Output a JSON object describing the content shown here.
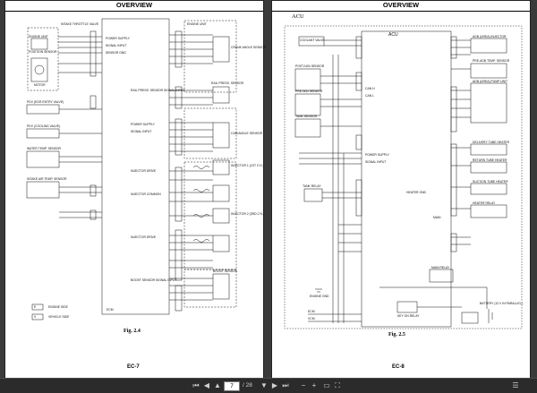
{
  "left_page": {
    "header": "OVERVIEW",
    "figure": "Fig. 2.4",
    "page_number": "EC-7",
    "labels": {
      "engine_unit_sub": "ENGINE UNIT",
      "intake_throttle": "INTAKE THROTTLE VALVE",
      "position_sensor": "POSITION SENSOR",
      "motor": "MOTOR",
      "pdv_egr": "PDV (EGR ENTRY VALVE)",
      "pdv_cooling": "PDV (COOLING VALVE)",
      "water_temp": "WATER TEMP. SENSOR",
      "intake_air_temp": "INTAKE AIR TEMP. SENSOR",
      "engine_unit_right": "ENGINE UNIT",
      "crank_sensor": "CRANK ANGLE SENSOR",
      "rail_press": "RAIL PRESS. SENSOR",
      "cam_sensor": "CAM ANGLE SENSOR",
      "inj1": "INJECTOR 1 (1ST CYL)",
      "inj2": "INJECTOR 2 (3RD CYL)",
      "boost": "BOOST SENSOR",
      "ecm": "ECM",
      "sig_power": "POWER SUPPLY",
      "sig_input": "SIGNAL INPUT",
      "sig_gnd": "SENSOR GND",
      "inj_drive": "INJECTOR DRIVE",
      "inj_common": "INJECTOR COMMON",
      "rail_signal": "RAIL PRESS. SENSOR SIGNAL INPUT",
      "boost_signal": "BOOST SENSOR SIGNAL INPUT"
    },
    "legend": [
      {
        "code": "E",
        "text": "ENGINE SIDE"
      },
      {
        "code": "V",
        "text": "VEHICLE SIDE"
      }
    ]
  },
  "right_page": {
    "header": "OVERVIEW",
    "title": "ACU",
    "figure": "Fig. 2.5",
    "page_number": "EC-8",
    "labels": {
      "acu": "ACU",
      "coolant_valve": "COOLANT VALVE",
      "post_nox": "POST-NOx SENSOR",
      "pre_nox": "PRE-NOx SENSOR",
      "tank_sensor": "TANK SENSOR",
      "tank_relay": "TANK RELAY",
      "engine_gnd": "ENGINE GND",
      "ecm": "ECM",
      "vcm": "VCM",
      "key_on": "KEY ON RELAY",
      "main_relay": "MAIN RELAY",
      "battery": "BATTERY (12 V IN PARALLEL)",
      "adb_injector": "ADB (UREA) INJECTOR",
      "pre_adb_sensor": "PRE-ADB TEMP. SENSOR",
      "adb_pump": "ADB (UREA) PUMP UNIT",
      "delivery_heater": "DELIVERY TUBE HEATER",
      "return_heater": "RETURN TUBE HEATER",
      "suction_heater": "SUCTION TUBE HEATER",
      "heater_relay": "HEATER RELAY",
      "can_h": "CAN H",
      "can_l": "CAN L",
      "power_supply": "POWER SUPPLY",
      "signal_input": "SIGNAL INPUT",
      "heater_gnd": "HEATER GND",
      "main_label": "MAIN"
    }
  },
  "toolbar": {
    "current_page": "7",
    "total_pages": "/ 28",
    "colors": {
      "bg": "#2b2b2b",
      "text": "#d0d0d0"
    }
  }
}
